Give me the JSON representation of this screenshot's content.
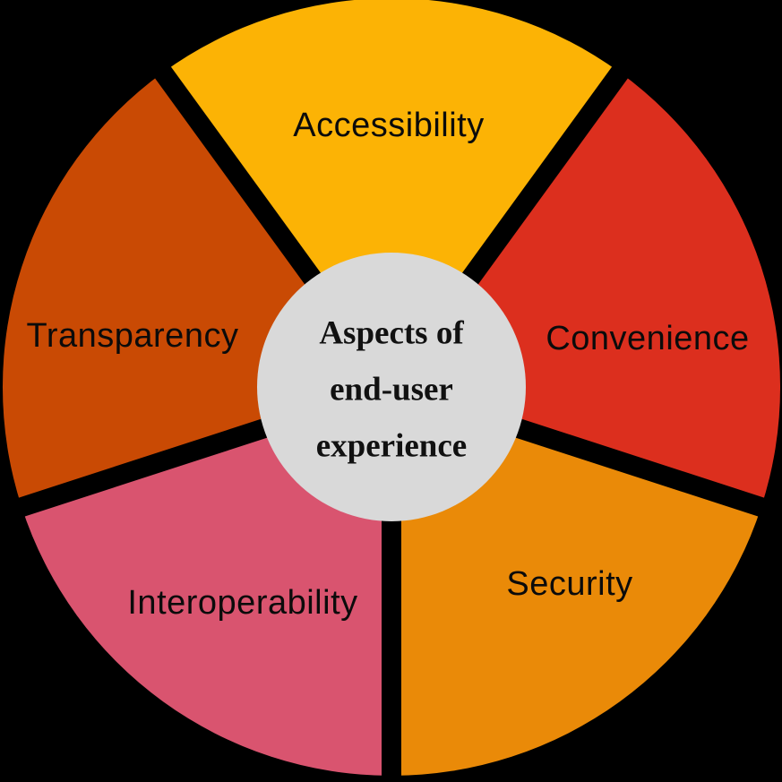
{
  "figure": {
    "background_color": "#000000",
    "center": {
      "fill": "#d9d9d9",
      "lines": {
        "0": "Aspects of",
        "1": "end-user",
        "2": "experience"
      }
    },
    "segments": [
      {
        "id": "accessibility",
        "label": "Accessibility",
        "color": "#fcb305"
      },
      {
        "id": "convenience",
        "label": "Convenience",
        "color": "#dc2f1e"
      },
      {
        "id": "security",
        "label": "Security",
        "color": "#ea8a08"
      },
      {
        "id": "interoperability",
        "label": "Interoperability",
        "color": "#d9546f"
      },
      {
        "id": "transparency",
        "label": "Transparency",
        "color": "#c94a04"
      }
    ]
  }
}
